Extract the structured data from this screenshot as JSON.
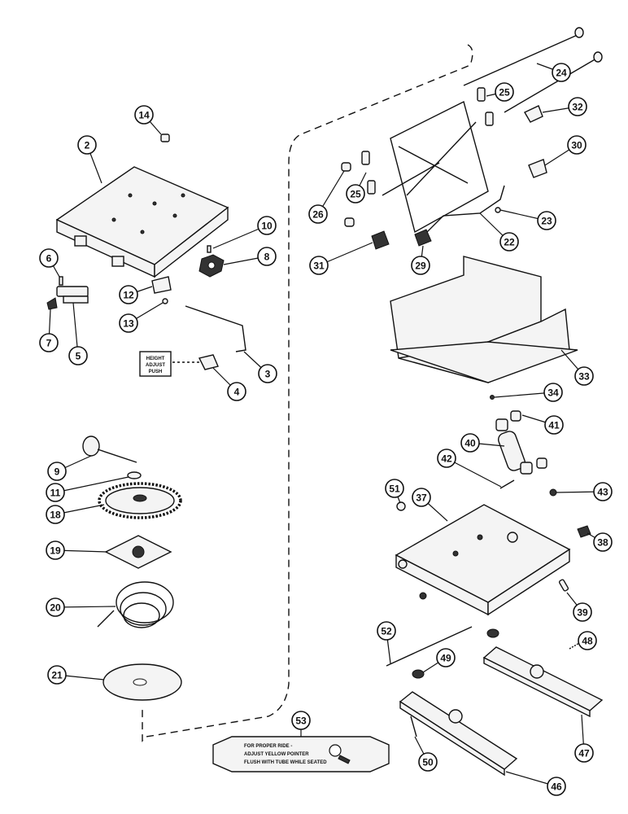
{
  "callouts": [
    {
      "id": "c2",
      "label": "2"
    },
    {
      "id": "c3",
      "label": "3"
    },
    {
      "id": "c4",
      "label": "4"
    },
    {
      "id": "c5",
      "label": "5"
    },
    {
      "id": "c6",
      "label": "6"
    },
    {
      "id": "c7",
      "label": "7"
    },
    {
      "id": "c8",
      "label": "8"
    },
    {
      "id": "c9",
      "label": "9"
    },
    {
      "id": "c10",
      "label": "10"
    },
    {
      "id": "c11",
      "label": "11"
    },
    {
      "id": "c12",
      "label": "12"
    },
    {
      "id": "c13",
      "label": "13"
    },
    {
      "id": "c14",
      "label": "14"
    },
    {
      "id": "c18",
      "label": "18"
    },
    {
      "id": "c19",
      "label": "19"
    },
    {
      "id": "c20",
      "label": "20"
    },
    {
      "id": "c21",
      "label": "21"
    },
    {
      "id": "c22",
      "label": "22"
    },
    {
      "id": "c23",
      "label": "23"
    },
    {
      "id": "c24",
      "label": "24"
    },
    {
      "id": "c25a",
      "label": "25"
    },
    {
      "id": "c25b",
      "label": "25"
    },
    {
      "id": "c26",
      "label": "26"
    },
    {
      "id": "c29",
      "label": "29"
    },
    {
      "id": "c30",
      "label": "30"
    },
    {
      "id": "c31",
      "label": "31"
    },
    {
      "id": "c32",
      "label": "32"
    },
    {
      "id": "c33",
      "label": "33"
    },
    {
      "id": "c34",
      "label": "34"
    },
    {
      "id": "c37",
      "label": "37"
    },
    {
      "id": "c38",
      "label": "38"
    },
    {
      "id": "c39",
      "label": "39"
    },
    {
      "id": "c40",
      "label": "40"
    },
    {
      "id": "c41",
      "label": "41"
    },
    {
      "id": "c42",
      "label": "42"
    },
    {
      "id": "c43",
      "label": "43"
    },
    {
      "id": "c46",
      "label": "46"
    },
    {
      "id": "c47",
      "label": "47"
    },
    {
      "id": "c48",
      "label": "48"
    },
    {
      "id": "c49",
      "label": "49"
    },
    {
      "id": "c50",
      "label": "50"
    },
    {
      "id": "c51",
      "label": "51"
    },
    {
      "id": "c52",
      "label": "52"
    },
    {
      "id": "c53",
      "label": "53"
    }
  ],
  "height_label": {
    "line1": "HEIGHT",
    "line2": "ADJUST",
    "line3": "PUSH"
  },
  "ride_plate": {
    "line1": "FOR PROPER RIDE -",
    "line2": "ADJUST YELLOW POINTER",
    "line3": "FLUSH WITH TUBE WHILE SEATED"
  }
}
